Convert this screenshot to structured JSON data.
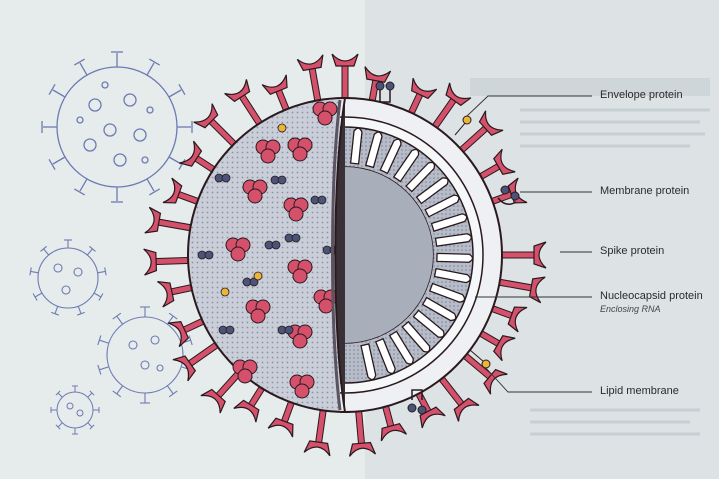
{
  "labels": {
    "envelope": "Envelope protein",
    "membrane": "Membrane protein",
    "spike": "Spike protein",
    "nucleocapsid": "Nucleocapsid protein",
    "nucleocapsid_sub": "Enclosing RNA",
    "lipid": "Lipid membrane"
  },
  "colors": {
    "spike": "#d4506b",
    "spike_dark": "#2a1a1e",
    "membrane_dot": "#4a5478",
    "envelope_dot": "#e9b53a",
    "outline_virus": "#6d7bb3",
    "page_bg": "#e6ebec"
  }
}
